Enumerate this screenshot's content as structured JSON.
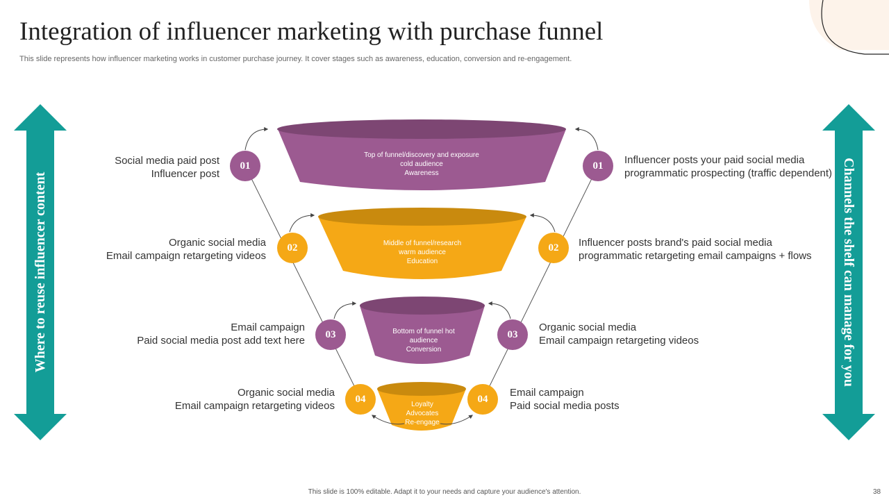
{
  "title": "Integration of influencer marketing with purchase funnel",
  "subtitle": "This slide represents  how influencer marketing works in customer purchase journey. It cover stages such as awareness, education, conversion and re-engagement.",
  "left_arrow_text": "Where to reuse influencer content",
  "right_arrow_text": "Channels the shelf can manage for you",
  "colors": {
    "purple": "#9c5a91",
    "orange": "#f5a816",
    "teal": "#139d97"
  },
  "stages": [
    {
      "number": "01",
      "color": "purple",
      "funnel_lines": [
        "Top of funnel/discovery and exposure",
        "cold audience",
        "Awareness"
      ],
      "left_lines": [
        "Social media paid post",
        "Influencer  post"
      ],
      "right_lines": [
        "Influencer posts your paid social media",
        "programmatic prospecting (traffic dependent)"
      ]
    },
    {
      "number": "02",
      "color": "orange",
      "funnel_lines": [
        "Middle of funnel/research",
        "warm audience",
        "Education"
      ],
      "left_lines": [
        "Organic social media",
        "Email campaign retargeting videos"
      ],
      "right_lines": [
        "Influencer posts brand's paid social media",
        "programmatic retargeting email campaigns + flows"
      ]
    },
    {
      "number": "03",
      "color": "purple",
      "funnel_lines": [
        "Bottom of funnel hot",
        "audience",
        "Conversion"
      ],
      "left_lines": [
        "Email campaign",
        "Paid social media post add text here"
      ],
      "right_lines": [
        "Organic social media",
        "Email campaign retargeting videos"
      ]
    },
    {
      "number": "04",
      "color": "orange",
      "funnel_lines": [
        "Loyalty",
        "Advocates",
        "Re-engage"
      ],
      "left_lines": [
        "Organic social media",
        "Email campaign retargeting videos"
      ],
      "right_lines": [
        "Email campaign",
        "Paid social media posts"
      ]
    }
  ],
  "footer": "This slide is 100% editable.  Adapt it to your needs and capture your audience's attention.",
  "page_number": "38"
}
